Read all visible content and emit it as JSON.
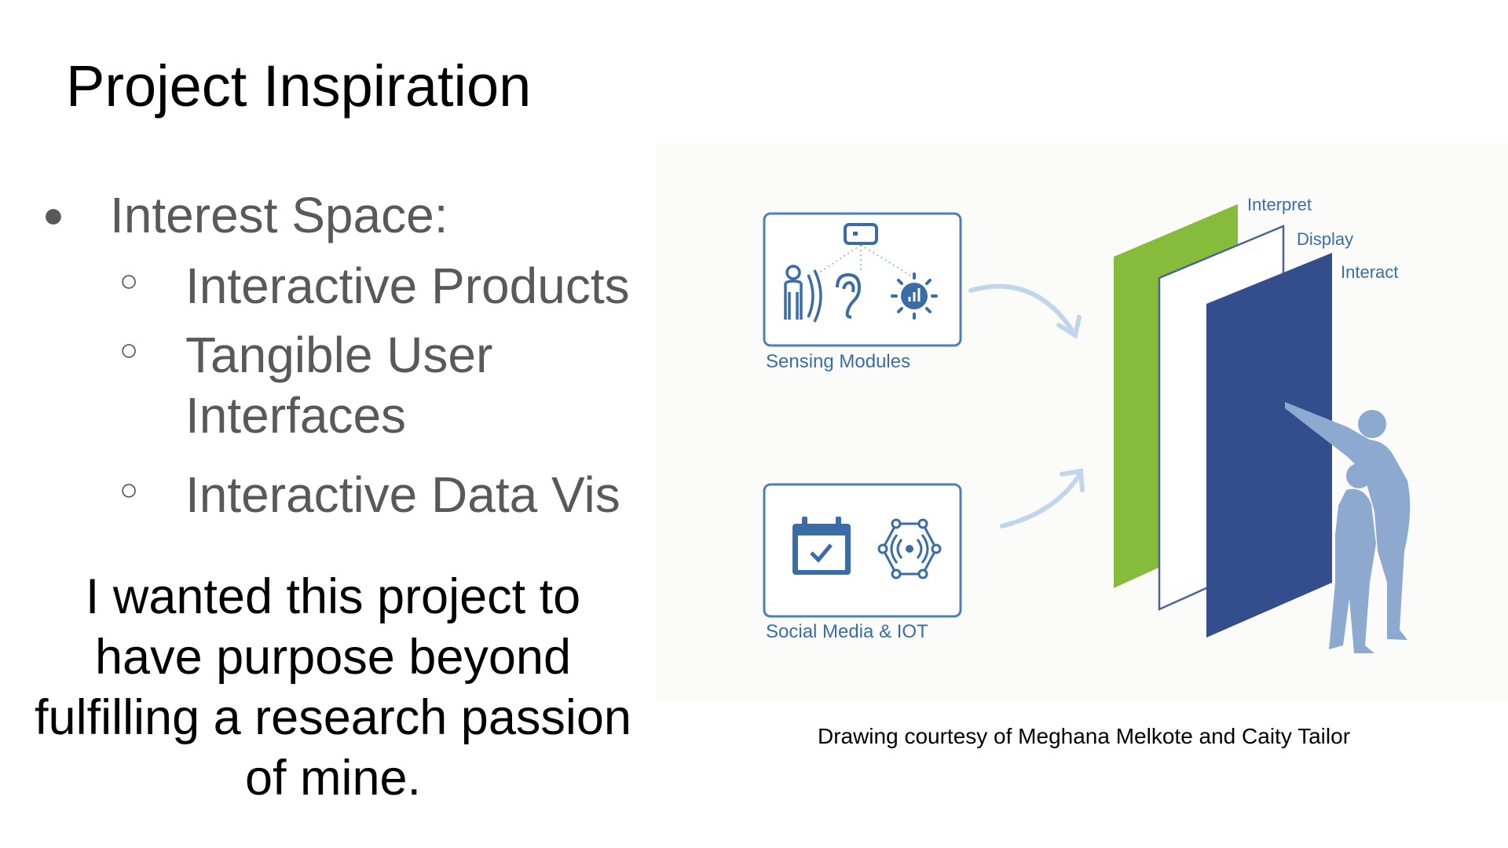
{
  "slide": {
    "title": "Project Inspiration",
    "bullets": {
      "heading": "Interest Space:",
      "items": [
        "Interactive Products",
        "Tangible User Interfaces",
        "Interactive Data Vis"
      ]
    },
    "purpose_text": "I wanted this project to have purpose beyond fulfilling a research passion of mine.",
    "figure": {
      "sensing_label": "Sensing Modules",
      "social_label": "Social Media & IOT",
      "layer_labels": [
        "Interpret",
        "Display",
        "Interact"
      ],
      "colors": {
        "box_border": "#4f7fb5",
        "icon": "#3a6da8",
        "green_panel": "#86bb3b",
        "blue_panel": "#344d8c",
        "people": "#8ea9cf",
        "arrow": "#c3d5ea"
      }
    },
    "caption": "Drawing courtesy of Meghana Melkote and Caity Tailor"
  }
}
